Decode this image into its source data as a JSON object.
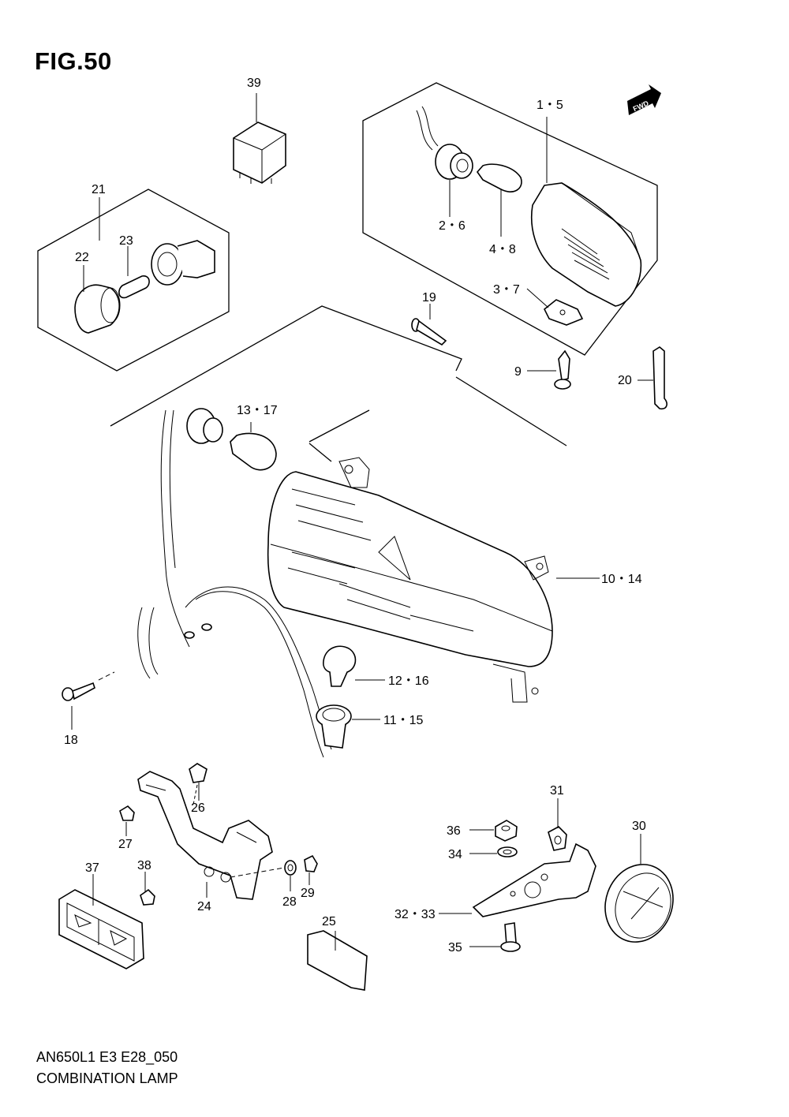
{
  "figure": {
    "title": "FIG.50",
    "model_code": "AN650L1 E3 E28_050",
    "name": "COMBINATION LAMP",
    "fwd_badge": "FWD"
  },
  "callouts": {
    "p1_5": "1・5",
    "p2_6": "2・6",
    "p3_7": "3・7",
    "p4_8": "4・8",
    "p9": "9",
    "p10_14": "10・14",
    "p11_15": "11・15",
    "p12_16": "12・16",
    "p13_17": "13・17",
    "p18": "18",
    "p19": "19",
    "p20": "20",
    "p21": "21",
    "p22": "22",
    "p23": "23",
    "p24": "24",
    "p25": "25",
    "p26": "26",
    "p27": "27",
    "p28": "28",
    "p29": "29",
    "p30": "30",
    "p31": "31",
    "p32_33": "32・33",
    "p34": "34",
    "p35": "35",
    "p36": "36",
    "p37": "37",
    "p38": "38",
    "p39": "39"
  }
}
